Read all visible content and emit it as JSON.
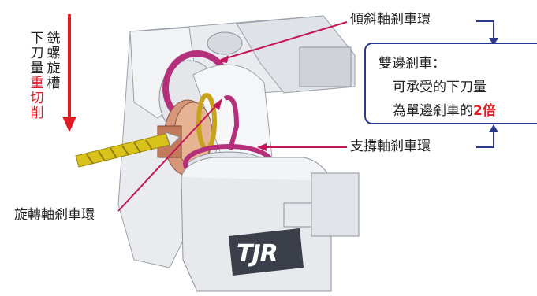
{
  "labels": {
    "tilt_brake": "傾斜軸剎車環",
    "support_brake": "支撐軸剎車環",
    "rotary_brake": "旋轉軸剎車環"
  },
  "left_text": {
    "col_a": "下刀量",
    "col_a_red": "重切削",
    "col_b": "銑螺旋槽"
  },
  "callout": {
    "title": "雙邊剎車：",
    "line2": "可承受的下刀量",
    "line3_pre": "為單邊剎車的",
    "line3_num": "2",
    "line3_post": "倍"
  },
  "brand": "TJR",
  "colors": {
    "arrow_red": "#e01b24",
    "leader_magenta": "#c2185b",
    "callout_blue": "#2b3a8f",
    "tool_yellow": "#d9c21a"
  }
}
